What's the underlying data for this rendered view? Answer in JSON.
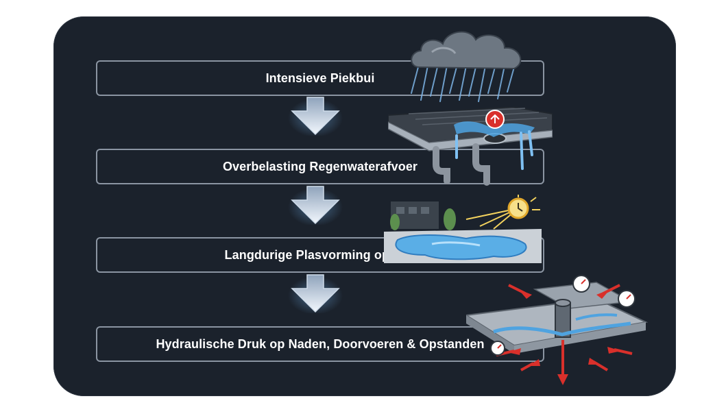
{
  "steps": [
    {
      "label": "Intensieve Piekbui"
    },
    {
      "label": "Overbelasting Regenwaterafvoer"
    },
    {
      "label": "Langdurige Plasvorming op Dak"
    },
    {
      "label": "Hydraulische Druk op Naden, Doorvoeren & Opstanden"
    }
  ],
  "icons": [
    "rain-cloud-icon",
    "overflowing-gutter-icon",
    "rooftop-puddle-sun-icon",
    "pressure-gauge-icon"
  ],
  "colors": {
    "background": "#1b222c",
    "box_border": "#8b95a2",
    "arrow": "#dfe9f6",
    "glow": "#6aa3d8",
    "water": "#4fa3e0",
    "alert_red": "#d9302b"
  }
}
